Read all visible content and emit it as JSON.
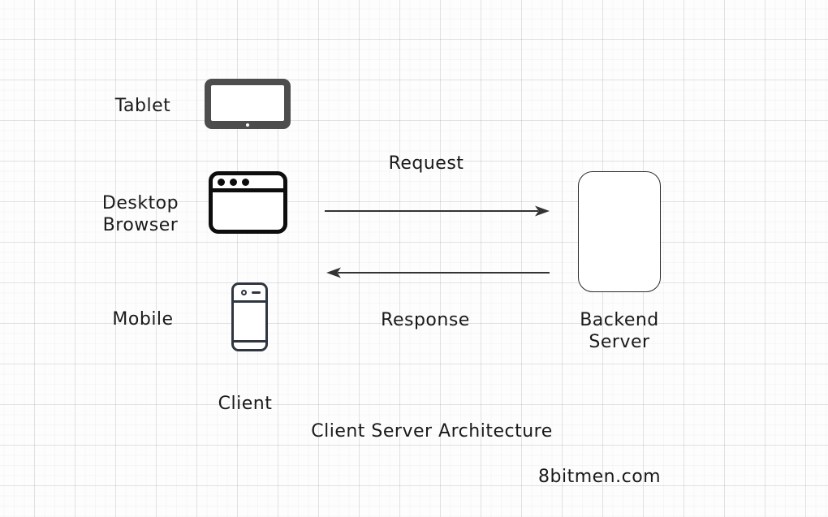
{
  "diagram": {
    "title": "Client Server Architecture",
    "watermark": "8bitmen.com",
    "nodes": {
      "tablet": {
        "label": "Tablet",
        "icon": "tablet-icon"
      },
      "desktop_browser": {
        "label": "Desktop\nBrowser",
        "icon": "browser-window-icon"
      },
      "mobile": {
        "label": "Mobile",
        "icon": "smartphone-icon"
      },
      "client_group": {
        "label": "Client"
      },
      "backend_server": {
        "label": "Backend\nServer",
        "shape": "rounded-rectangle"
      }
    },
    "edges": {
      "request": {
        "label": "Request",
        "direction": "right"
      },
      "response": {
        "label": "Response",
        "direction": "left"
      }
    },
    "colors": {
      "background": "#fdfdfd",
      "grid_line": "#e4e4e8",
      "text": "#1a1a1a",
      "tablet_icon": "#4d4d4d",
      "browser_icon": "#0d0d0d",
      "mobile_icon": "#2f3640",
      "server_stroke": "#2b2b2b",
      "arrow": "#333333"
    }
  }
}
